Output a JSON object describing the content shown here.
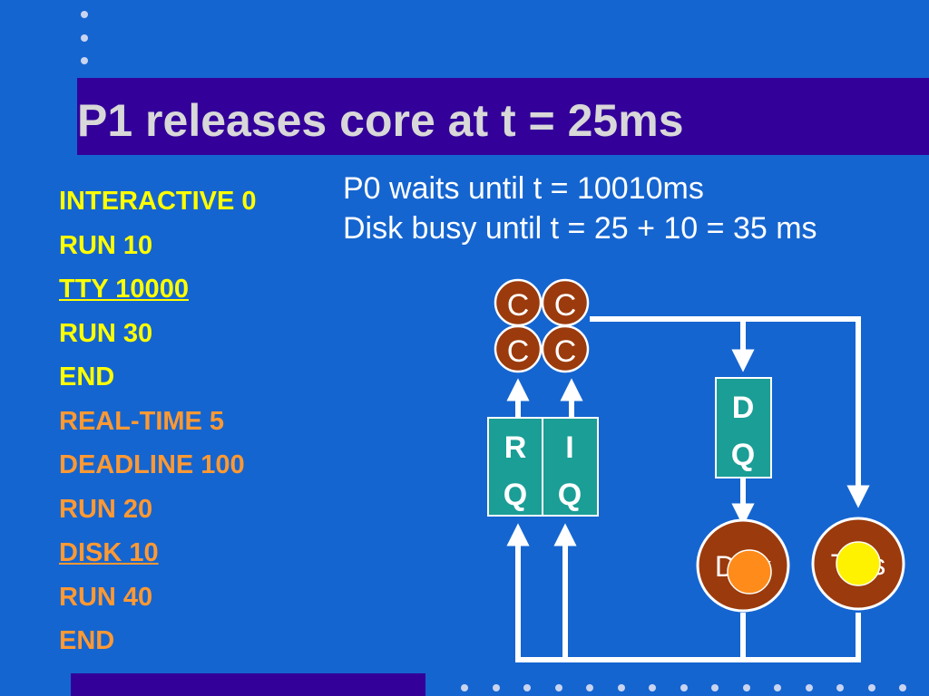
{
  "title": "P1 releases core at t = 25ms",
  "program": [
    {
      "text": "INTERACTIVE 0",
      "color": "yellow",
      "underline": false
    },
    {
      "text": "RUN  10",
      "color": "yellow",
      "underline": false
    },
    {
      "text": "TTY  10000",
      "color": "yellow",
      "underline": true
    },
    {
      "text": "RUN  30",
      "color": "yellow",
      "underline": false
    },
    {
      "text": "END",
      "color": "yellow",
      "underline": false
    },
    {
      "text": "REAL-TIME 5",
      "color": "orange",
      "underline": false
    },
    {
      "text": "DEADLINE  100",
      "color": "orange",
      "underline": false
    },
    {
      "text": "RUN  20",
      "color": "orange",
      "underline": false
    },
    {
      "text": "DISK  10",
      "color": "orange",
      "underline": true
    },
    {
      "text": "RUN  40",
      "color": "orange",
      "underline": false
    },
    {
      "text": "END",
      "color": "orange",
      "underline": false
    }
  ],
  "info": {
    "line1": "P0 waits until t = 10010ms",
    "line2": "Disk busy until t = 25 + 10 = 35 ms"
  },
  "diagram": {
    "cores": [
      "C",
      "C",
      "C",
      "C"
    ],
    "rq": [
      "R",
      "Q"
    ],
    "iq": [
      "I",
      "Q"
    ],
    "dq": [
      "D",
      "Q"
    ],
    "disk_label": "Disk",
    "ttys_label": "Ttys"
  },
  "colors": {
    "background": "#1565D0",
    "title_bar": "#330099",
    "core": "#9B3A0C",
    "queue": "#1A9E96",
    "disk_token": "#FF8C1A",
    "tty_token": "#FFF200"
  }
}
